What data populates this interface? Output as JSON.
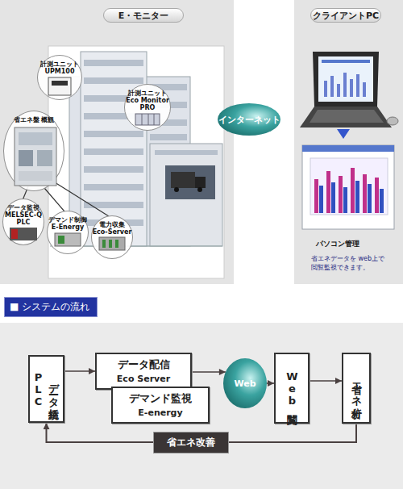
{
  "diagram": {
    "nodes": [
      {
        "text": [
          "E・モニター"
        ]
      },
      {
        "text": [
          "クライアントPC"
        ]
      },
      {
        "text": [
          "計測ユニット",
          "UPM100"
        ]
      },
      {
        "text": [
          "計測ユニット",
          "Eco Monitor PRO"
        ]
      },
      {
        "text": [
          "インターネット"
        ]
      },
      {
        "text": [
          "省エネ盤 概観"
        ]
      },
      {
        "text": [
          "データ監視",
          "MELSEC-Q PLC"
        ]
      },
      {
        "text": [
          "デマンド制御",
          "E-Energy"
        ]
      },
      {
        "text": [
          "電力収集",
          "Eco-Server"
        ]
      },
      {
        "text": [
          "■ システムの流れ"
        ]
      },
      {
        "text": [
          "データ統括",
          "PLC"
        ]
      },
      {
        "text": [
          "データ配信",
          "Eco Server"
        ]
      },
      {
        "text": [
          "デマンド監視",
          "E-energy"
        ]
      },
      {
        "text": [
          "Web"
        ]
      },
      {
        "text": [
          "Web閲覧"
        ]
      },
      {
        "text": [
          "省エネ分析"
        ]
      }
    ],
    "edges": [
      {
        "from": 10,
        "to": 11,
        "arrow": "to"
      },
      {
        "from": 11,
        "to": 13,
        "arrow": "to"
      },
      {
        "from": 13,
        "to": 14,
        "arrow": "to"
      },
      {
        "from": 14,
        "to": 15,
        "arrow": "to"
      },
      {
        "from": 15,
        "to": 10,
        "label": "省エネ改善",
        "arrow": "to"
      }
    ],
    "labels": [
      "パソコン管理",
      "省エネデータを web上で 閲覧監視できます。"
    ]
  }
}
